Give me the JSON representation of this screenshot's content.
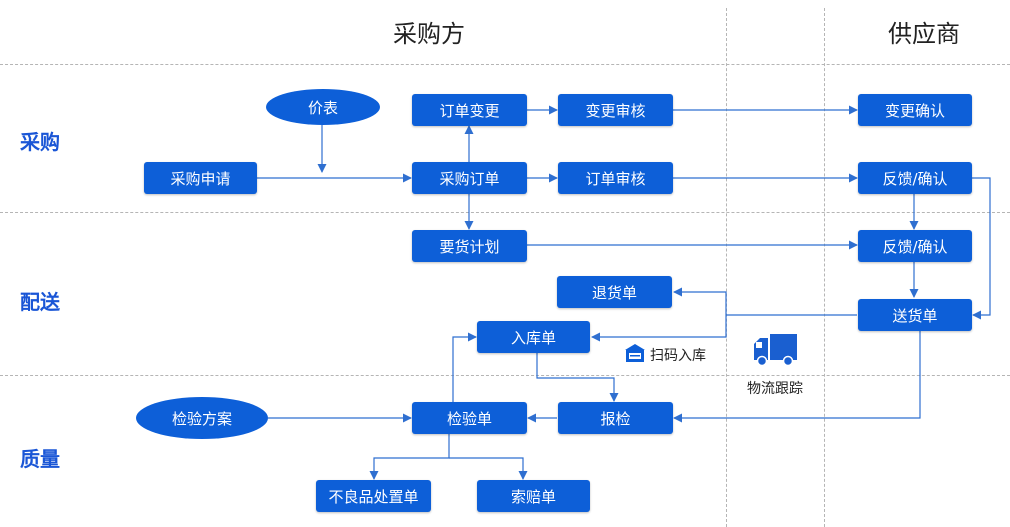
{
  "headers": {
    "buyer": "采购方",
    "supplier": "供应商"
  },
  "rows": {
    "procurement": "采购",
    "delivery": "配送",
    "quality": "质量"
  },
  "nodes": {
    "price_list": "价表",
    "purchase_request": "采购申请",
    "order_change": "订单变更",
    "change_review": "变更审核",
    "change_confirm": "变更确认",
    "purchase_order": "采购订单",
    "order_review": "订单审核",
    "feedback_confirm_1": "反馈/确认",
    "delivery_plan": "要货计划",
    "feedback_confirm_2": "反馈/确认",
    "return_order": "退货单",
    "delivery_note": "送货单",
    "inbound_order": "入库单",
    "inspection_plan": "检验方案",
    "inspection_order": "检验单",
    "submit_inspection": "报检",
    "defect_handling": "不良品处置单",
    "claim_order": "索赔单"
  },
  "captions": {
    "scan_inbound": "扫码入库",
    "logistics_tracking": "物流跟踪"
  },
  "colors": {
    "node": "#0d5fd8",
    "row_label": "#1a56d6",
    "arrow": "#2f6fd0"
  }
}
